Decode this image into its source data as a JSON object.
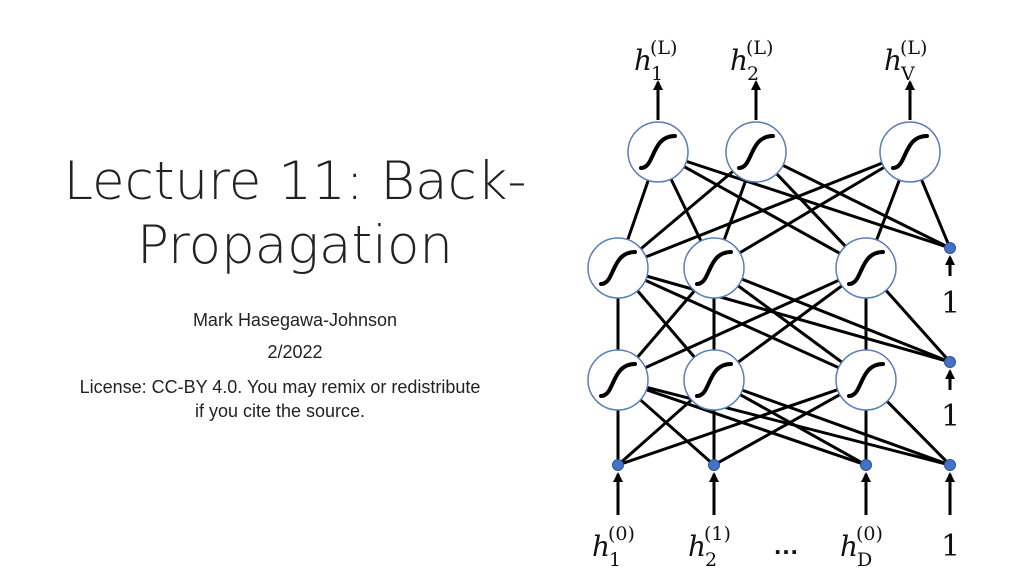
{
  "slide": {
    "title_line1": "Lecture 11: Back-",
    "title_line2": "Propagation",
    "author": "Mark Hasegawa-Johnson",
    "date": "2/2022",
    "license_line1": "License: CC-BY 4.0. You may remix or redistribute",
    "license_line2": "if you cite the source."
  },
  "diagram": {
    "output_labels": [
      {
        "base": "h",
        "sub": "1",
        "sup": "(L)"
      },
      {
        "base": "h",
        "sub": "2",
        "sup": "(L)"
      },
      {
        "base": "h",
        "sub": "V",
        "sup": "(L)"
      }
    ],
    "input_labels": [
      {
        "base": "h",
        "sub": "1",
        "sup": "(0)"
      },
      {
        "base": "h",
        "sub": "2",
        "sup": "(1)"
      },
      {
        "base": "h",
        "sub": "D",
        "sup": "(0)"
      }
    ],
    "ellipsis": "…",
    "bias_label": "1",
    "colors": {
      "node_stroke": "#5b7fb5",
      "bias_dot": "#4472c4",
      "line": "#000000"
    }
  }
}
